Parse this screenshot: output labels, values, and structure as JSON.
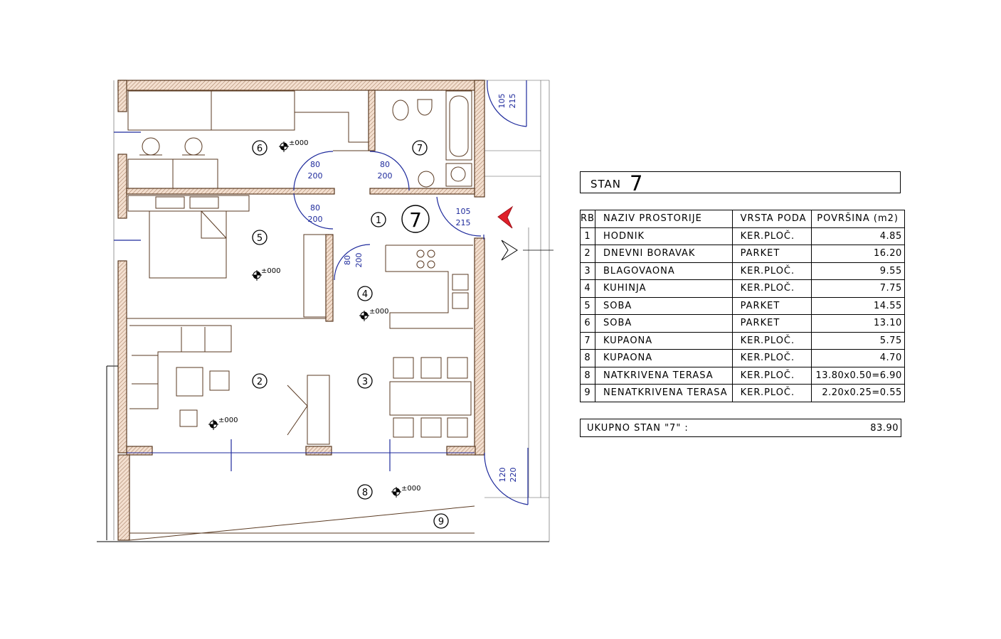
{
  "apartment": {
    "label": "STAN",
    "number": "7"
  },
  "table": {
    "headers": {
      "rb": "RB",
      "naziv": "NAZIV PROSTORIJE",
      "vrsta": "VRSTA PODA",
      "povrsina": "POVRŠINA (m2)"
    },
    "rows": [
      {
        "rb": "1",
        "naziv": "HODNIK",
        "vrsta": "KER.PLOČ.",
        "povrsina": "4.85"
      },
      {
        "rb": "2",
        "naziv": "DNEVNI BORAVAK",
        "vrsta": "PARKET",
        "povrsina": "16.20"
      },
      {
        "rb": "3",
        "naziv": "BLAGOVAONA",
        "vrsta": "KER.PLOČ.",
        "povrsina": "9.55"
      },
      {
        "rb": "4",
        "naziv": "KUHINJA",
        "vrsta": "KER.PLOČ.",
        "povrsina": "7.75"
      },
      {
        "rb": "5",
        "naziv": "SOBA",
        "vrsta": "PARKET",
        "povrsina": "14.55"
      },
      {
        "rb": "6",
        "naziv": "SOBA",
        "vrsta": "PARKET",
        "povrsina": "13.10"
      },
      {
        "rb": "7",
        "naziv": "KUPAONA",
        "vrsta": "KER.PLOČ.",
        "povrsina": "5.75"
      },
      {
        "rb": "8",
        "naziv": "KUPAONA",
        "vrsta": "KER.PLOČ.",
        "povrsina": "4.70"
      },
      {
        "rb": "8",
        "naziv": "NATKRIVENA TERASA",
        "vrsta": "KER.PLOČ.",
        "povrsina": "13.80x0.50=6.90"
      },
      {
        "rb": "9",
        "naziv": "NENATKRIVENA TERASA",
        "vrsta": "KER.PLOČ.",
        "povrsina": "2.20x0.25=0.55"
      }
    ],
    "total_label": "UKUPNO STAN \"7\" :",
    "total_value": "83.90"
  },
  "plan": {
    "apartment_marker": "7",
    "room_markers": [
      "1",
      "2",
      "3",
      "4",
      "5",
      "6",
      "7",
      "8",
      "9"
    ],
    "level_label": "±000",
    "door_dimensions": [
      {
        "width": "80",
        "height": "200"
      },
      {
        "width": "80",
        "height": "200"
      },
      {
        "width": "80",
        "height": "200"
      },
      {
        "width": "80",
        "height": "200"
      },
      {
        "width": "105",
        "height": "215"
      },
      {
        "width": "105",
        "height": "215"
      },
      {
        "width": "120",
        "height": "220"
      }
    ],
    "colors": {
      "wall_fill": "#f3dfcf",
      "wall_stroke": "#5a3a22",
      "dimension": "#1e2a9c",
      "entry_arrow": "#e0202a"
    }
  }
}
